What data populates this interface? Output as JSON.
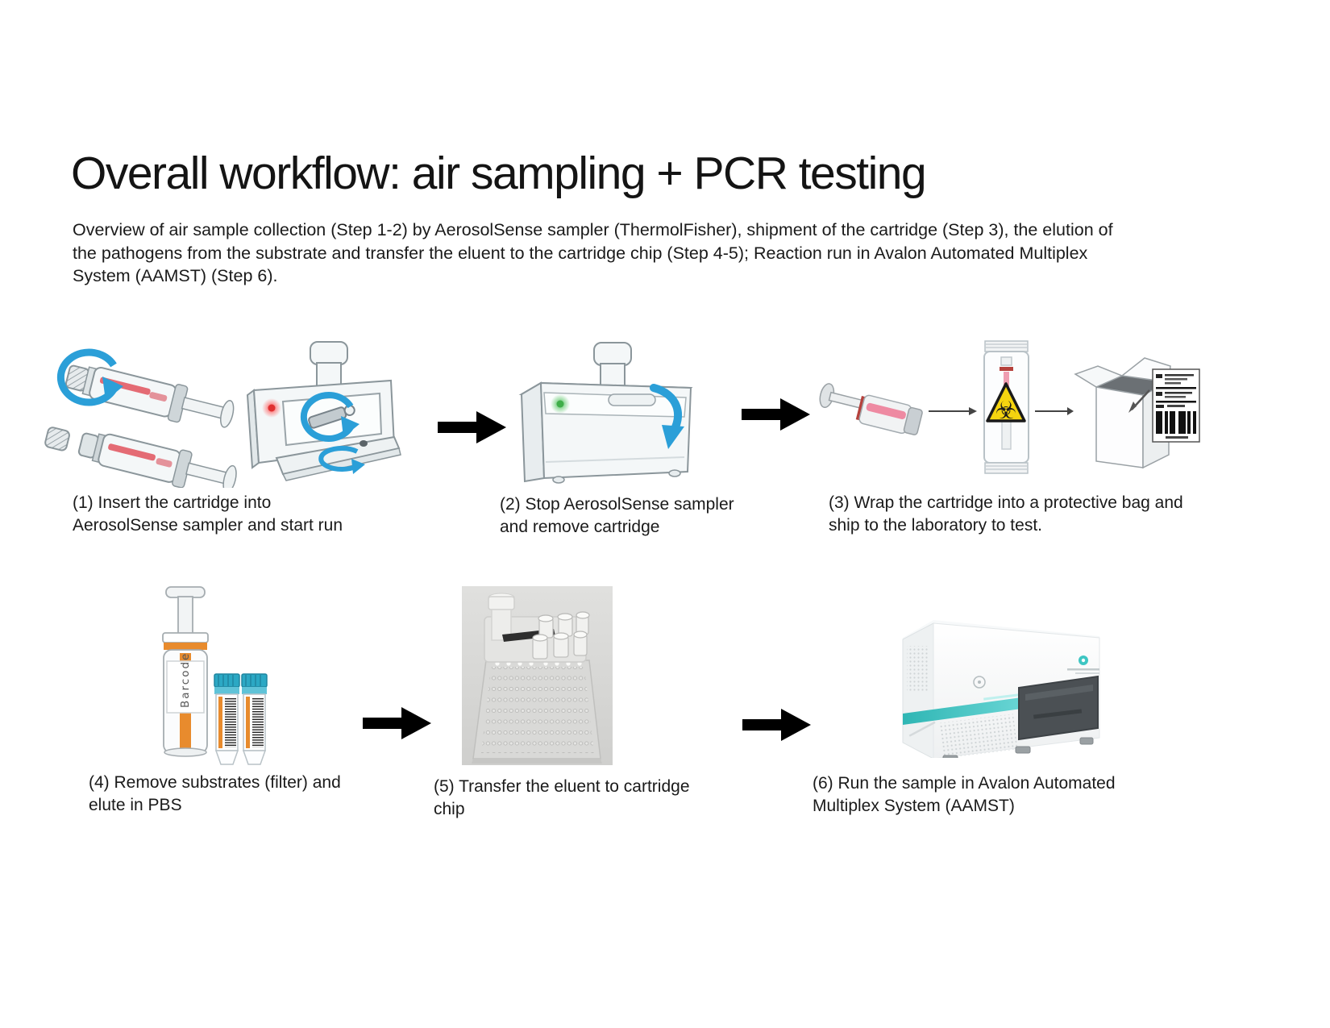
{
  "slide": {
    "title": "Overall workflow: air sampling + PCR testing",
    "intro_lines": [
      "Overview of air sample collection (Step 1-2) by AerosolSense sampler (ThermolFisher), shipment of the cartridge (Step 3), the elution of",
      "the pathogens from the substrate and transfer the eluent to the cartridge chip (Step 4-5); Reaction run in Avalon Automated Multiplex",
      "System (AAMST) (Step 6)."
    ]
  },
  "steps": [
    {
      "id": 1,
      "caption_lines": [
        "(1) Insert the cartridge into",
        "AerosolSense sampler and start run"
      ]
    },
    {
      "id": 2,
      "caption_lines": [
        "(2) Stop AerosolSense sampler",
        "and remove cartridge"
      ]
    },
    {
      "id": 3,
      "caption_lines": [
        "(3) Wrap the cartridge into a protective bag and",
        "ship to the laboratory to test."
      ]
    },
    {
      "id": 4,
      "caption_lines": [
        "(4) Remove substrates (filter) and",
        "elute in PBS"
      ],
      "barcode_label": "Barcode"
    },
    {
      "id": 5,
      "caption_lines": [
        "(5) Transfer the eluent to cartridge",
        "chip"
      ]
    },
    {
      "id": 6,
      "caption_lines": [
        "(6) Run the sample in Avalon Automated",
        "Multiplex System (AAMST)"
      ]
    }
  ],
  "icons": {
    "flow_arrow": "➡",
    "rotate_arrow": "↻",
    "biohazard": "☣"
  },
  "colors": {
    "accent_blue": "#2b9fd8",
    "status_red": "#e03030",
    "status_green": "#3fae49",
    "biohazard_yellow": "#f5d40f",
    "orange": "#e88b2d",
    "vial_teal": "#2ba8c4",
    "instrument_teal": "#3ec6c3",
    "outline_gray": "#8b969b"
  }
}
